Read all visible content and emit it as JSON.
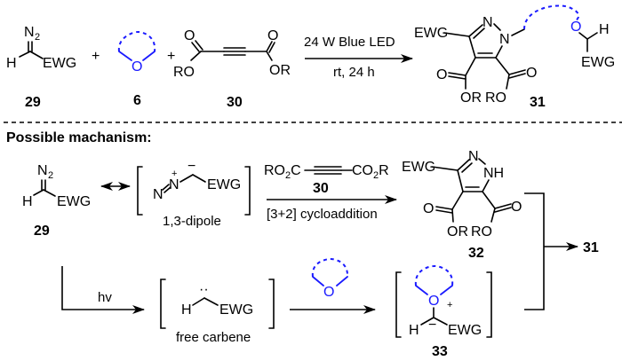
{
  "scheme": {
    "reaction": {
      "reactant_diazo": {
        "label": "29",
        "atoms": {
          "n2": "N",
          "n2_sub": "2",
          "h": "H",
          "ewg": "EWG"
        }
      },
      "plus_1": "+",
      "reactant_ether": {
        "label": "6",
        "atoms": {
          "o": "O"
        }
      },
      "plus_2": "+",
      "reactant_alkyne": {
        "label": "30",
        "atoms": {
          "o1": "O",
          "ro1": "RO",
          "o2": "O",
          "or2": "OR"
        }
      },
      "conditions": {
        "above": "24 W Blue LED",
        "below": "rt, 24 h"
      },
      "product": {
        "label": "31",
        "atoms": {
          "ewg": "EWG",
          "n1": "N",
          "n2": "N",
          "o_ester1": "O",
          "or1": "OR",
          "ro2": "RO",
          "o_ester2": "O",
          "o_ether": "O",
          "h": "H",
          "ewg2": "EWG"
        }
      }
    },
    "mechanism": {
      "title": "Possible machanism:",
      "diazo": {
        "label": "29",
        "atoms": {
          "n2": "N",
          "n2_sub": "2",
          "h": "H",
          "ewg": "EWG"
        }
      },
      "dipole": {
        "caption": "1,3-dipole",
        "atoms": {
          "n_term": "N",
          "n_plus": "N",
          "plus": "+",
          "minus": "−",
          "ewg": "EWG"
        }
      },
      "cycloaddition": {
        "reagent_left": "RO",
        "reagent_left_sub": "2",
        "reagent_left_c": "C",
        "reagent_right": "CO",
        "reagent_right_sub": "2",
        "reagent_right_r": "R",
        "reagent_label": "30",
        "below": "[3+2] cycloaddition"
      },
      "pyrazole": {
        "label": "32",
        "atoms": {
          "ewg": "EWG",
          "n": "N",
          "nh": "NH",
          "o1": "O",
          "or1": "OR",
          "ro2": "RO",
          "o2": "O"
        }
      },
      "final_label": "31",
      "photolysis": {
        "above": "hv"
      },
      "carbene": {
        "caption": "free carbene",
        "atoms": {
          "h": "H",
          "ewg": "EWG",
          "lone_pair": "··"
        }
      },
      "ylide": {
        "label": "33",
        "atoms": {
          "o": "O",
          "plus": "+",
          "h": "H",
          "minus": "−",
          "ewg": "EWG"
        }
      },
      "ether_reagent": {
        "atoms": {
          "o": "O"
        }
      }
    }
  },
  "colors": {
    "ether": "#1a1aff",
    "ink": "#000000"
  }
}
